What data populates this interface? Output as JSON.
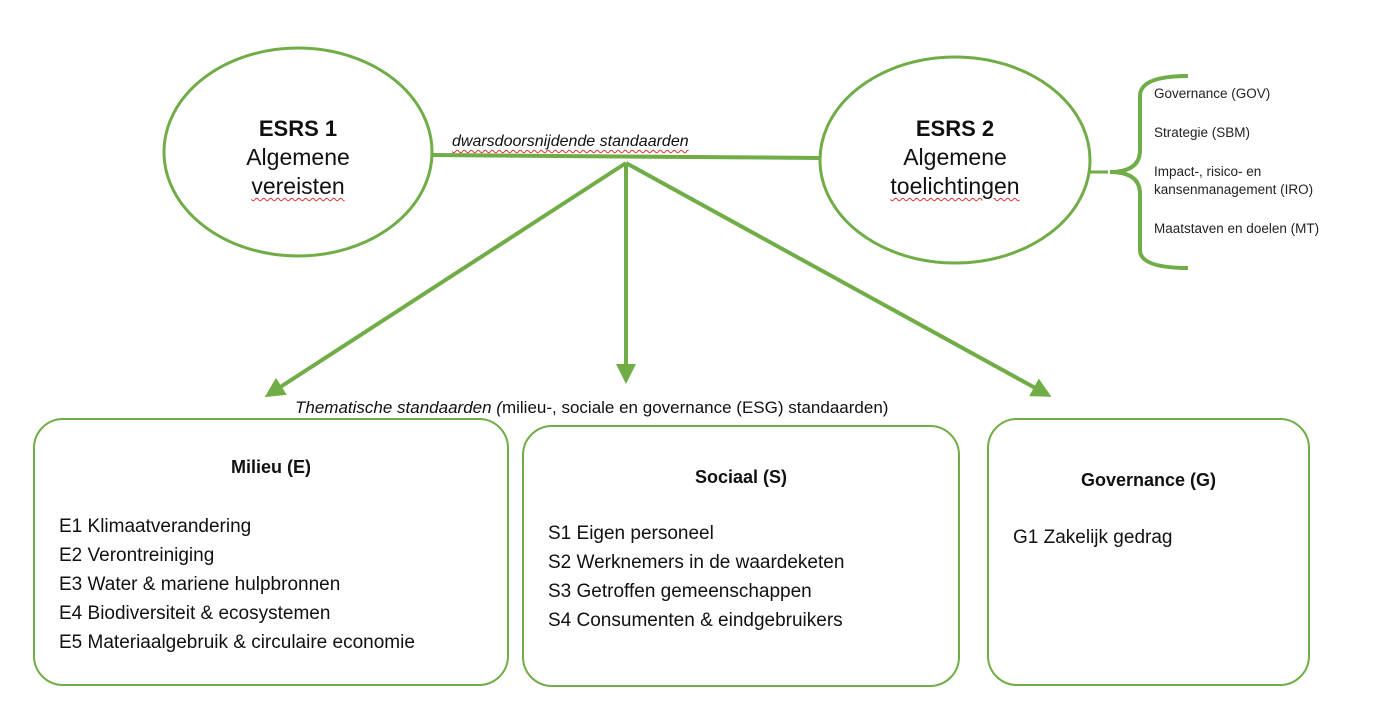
{
  "esrs1": {
    "title": "ESRS 1",
    "line1": "Algemene",
    "line2": "vereisten"
  },
  "esrs2": {
    "title": "ESRS 2",
    "line1": "Algemene",
    "line2": "toelichtingen"
  },
  "cross_label": "dwarsdoorsnijdende standaarden",
  "esrs2_topics": [
    "Governance (GOV)",
    "Strategie (SBM)",
    "Impact-, risico- en",
    "kansenmanagement (IRO)",
    "Maatstaven en doelen (MT)"
  ],
  "thematic": {
    "italic_part": "Thematische standaarden (",
    "rest": "milieu-, sociale en governance (ESG) standaarden)"
  },
  "boxes": {
    "milieu": {
      "title": "Milieu (E)",
      "items": [
        "E1 Klimaatverandering",
        "E2 Verontreiniging",
        "E3 Water & mariene hulpbronnen",
        "E4 Biodiversiteit & ecosystemen",
        "E5 Materiaalgebruik & circulaire economie"
      ]
    },
    "sociaal": {
      "title": "Sociaal (S)",
      "items": [
        "S1 Eigen personeel",
        "S2 Werknemers in de waardeketen",
        "S3 Getroffen gemeenschappen",
        "S4 Consumenten & eindgebruikers"
      ]
    },
    "governance": {
      "title": "Governance (G)",
      "items": [
        "G1 Zakelijk gedrag"
      ]
    }
  },
  "colors": {
    "accent": "#70ad47"
  }
}
